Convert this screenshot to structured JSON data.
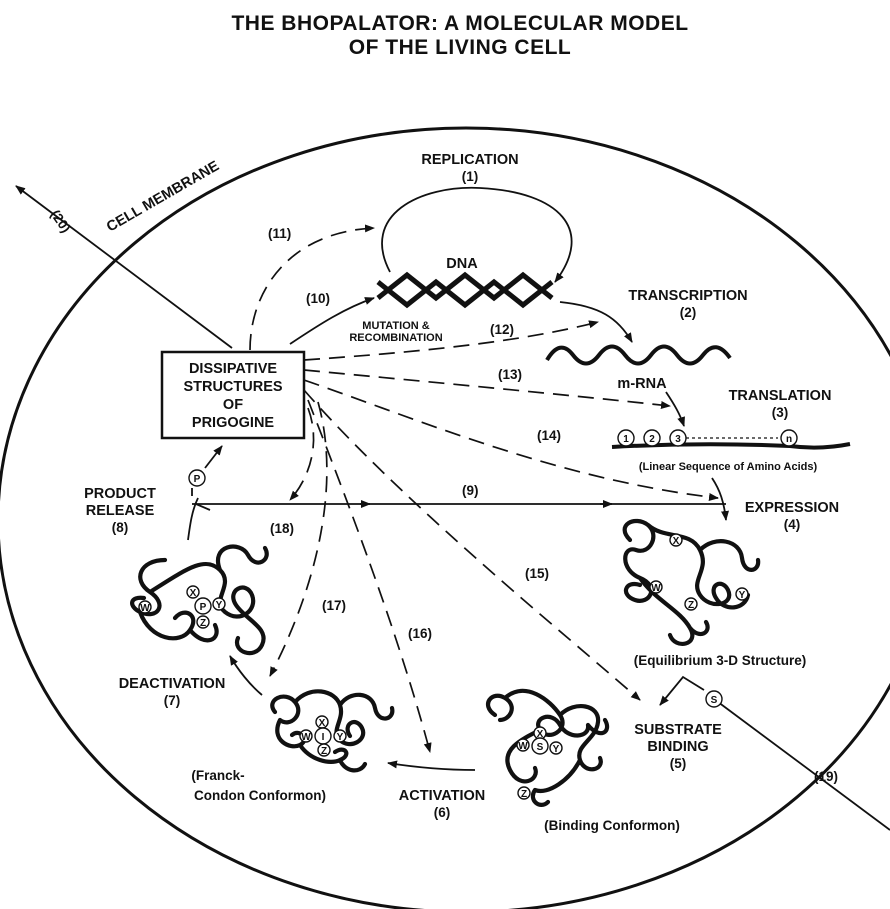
{
  "title": {
    "line1": "THE BHOPALATOR: A MOLECULAR MODEL",
    "line2": "OF THE LIVING CELL"
  },
  "membrane_label": "CELL MEMBRANE",
  "box": {
    "line1": "DISSIPATIVE",
    "line2": "STRUCTURES",
    "line3": "OF",
    "line4": "PRIGOGINE"
  },
  "molecules": {
    "dna": "DNA",
    "mrna": "m-RNA",
    "mutation_line1": "MUTATION &",
    "mutation_line2": "RECOMBINATION",
    "amino_caption": "(Linear Sequence of Amino Acids)",
    "amino_nodes": [
      "1",
      "2",
      "3",
      "n"
    ]
  },
  "stages": {
    "replication": {
      "name": "REPLICATION",
      "num": "(1)"
    },
    "transcription": {
      "name": "TRANSCRIPTION",
      "num": "(2)"
    },
    "translation": {
      "name": "TRANSLATION",
      "num": "(3)"
    },
    "expression": {
      "name": "EXPRESSION",
      "num": "(4)"
    },
    "substrate_binding": {
      "name1": "SUBSTRATE",
      "name2": "BINDING",
      "num": "(5)"
    },
    "activation": {
      "name": "ACTIVATION",
      "num": "(6)"
    },
    "deactivation": {
      "name": "DEACTIVATION",
      "num": "(7)"
    },
    "product_release": {
      "name1": "PRODUCT",
      "name2": "RELEASE",
      "num": "(8)"
    }
  },
  "conformons": {
    "equilibrium": "(Equilibrium 3-D Structure)",
    "binding": "(Binding Conformon)",
    "franck_line1": "(Franck-",
    "franck_line2": "Condon Conformon)"
  },
  "pathway_numbers": {
    "p9": "(9)",
    "p10": "(10)",
    "p11": "(11)",
    "p12": "(12)",
    "p13": "(13)",
    "p14": "(14)",
    "p15": "(15)",
    "p16": "(16)",
    "p17": "(17)",
    "p18": "(18)",
    "p19": "(19)",
    "p20": "(20)"
  },
  "site_letters": {
    "x": "X",
    "y": "Y",
    "z": "Z",
    "w": "W",
    "s": "S",
    "p": "P",
    "i": "I"
  }
}
